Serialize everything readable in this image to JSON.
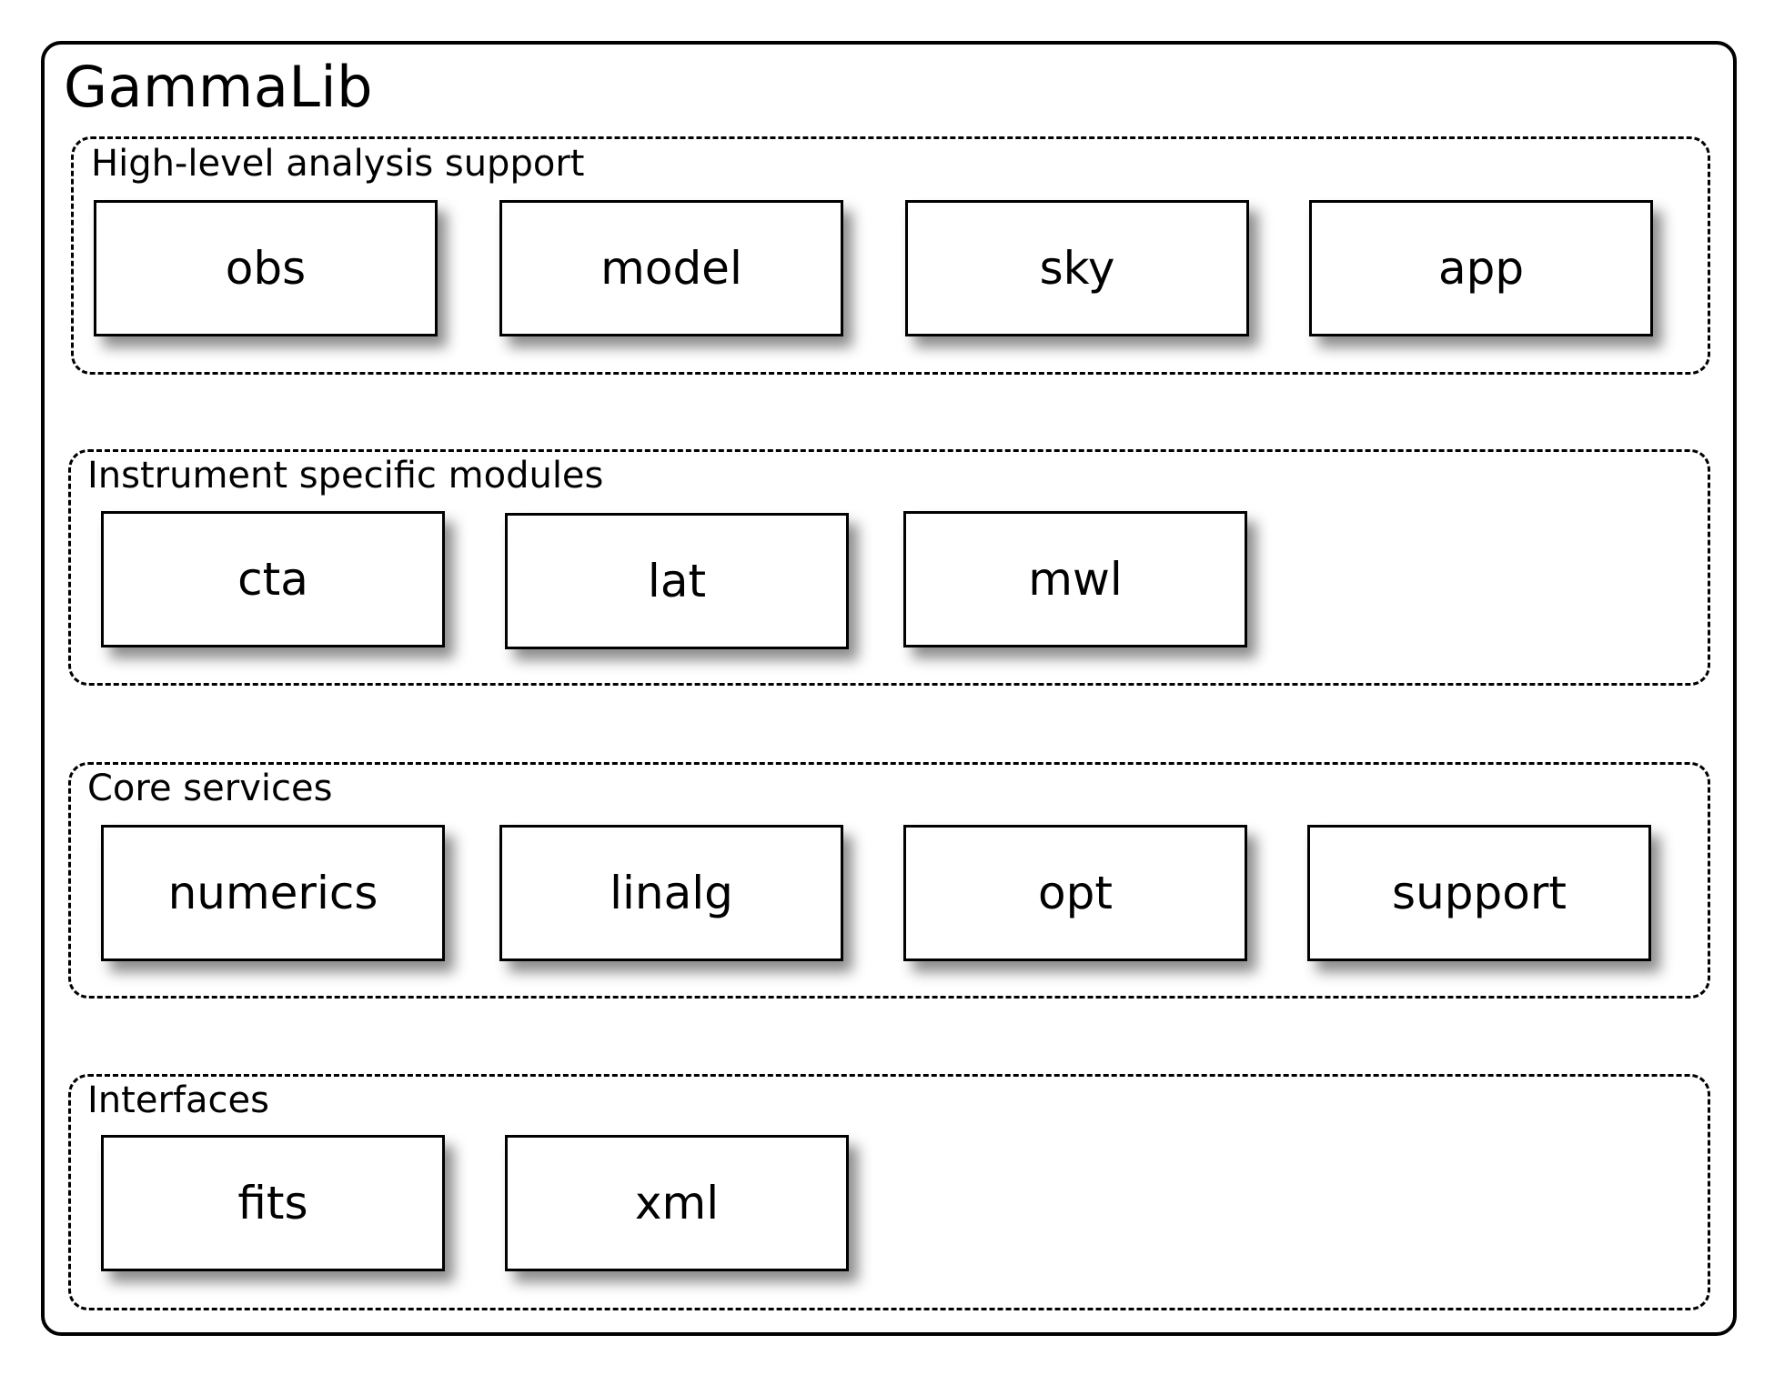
{
  "title": "GammaLib",
  "groups": [
    {
      "label": "High-level analysis support",
      "modules": [
        "obs",
        "model",
        "sky",
        "app"
      ]
    },
    {
      "label": "Instrument specific modules",
      "modules": [
        "cta",
        "lat",
        "mwl"
      ]
    },
    {
      "label": "Core services",
      "modules": [
        "numerics",
        "linalg",
        "opt",
        "support"
      ]
    },
    {
      "label": "Interfaces",
      "modules": [
        "fits",
        "xml"
      ]
    }
  ]
}
